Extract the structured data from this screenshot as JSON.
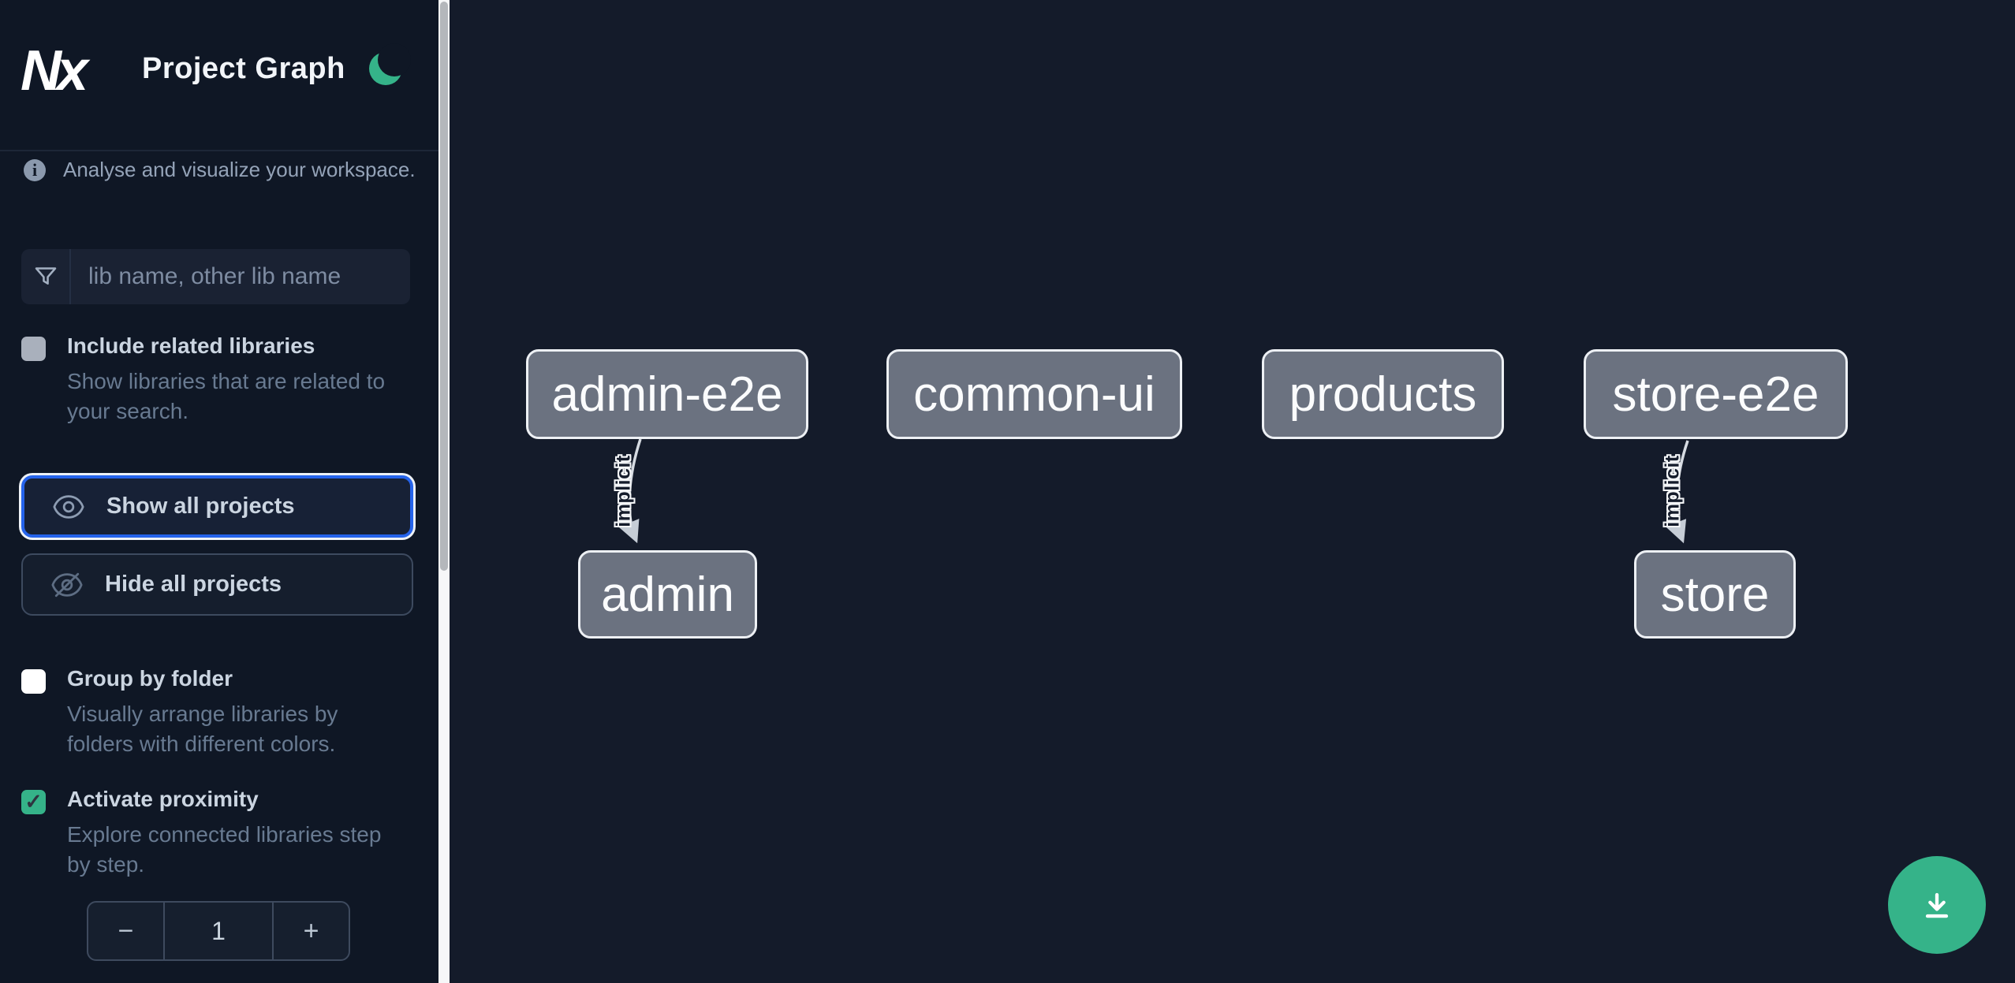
{
  "header": {
    "logo": "Nx",
    "title": "Project Graph"
  },
  "sidebar": {
    "tagline": "Analyse and visualize your workspace.",
    "info_glyph": "i",
    "filter_placeholder": "lib name, other lib name",
    "options": [
      {
        "label": "Include related libraries",
        "description": "Show libraries that are related to your search.",
        "checked": false
      },
      {
        "label": "Group by folder",
        "description": "Visually arrange libraries by folders with different colors.",
        "checked": false
      },
      {
        "label": "Activate proximity",
        "description": "Explore connected libraries step by step.",
        "checked": true
      }
    ],
    "show_all_label": "Show all projects",
    "hide_all_label": "Hide all projects",
    "stepper": {
      "decrement": "−",
      "value": "1",
      "increment": "+"
    }
  },
  "graph": {
    "nodes": [
      {
        "label": "admin-e2e"
      },
      {
        "label": "common-ui"
      },
      {
        "label": "products"
      },
      {
        "label": "store-e2e"
      },
      {
        "label": "admin"
      },
      {
        "label": "store"
      }
    ],
    "edges": [
      {
        "source": "admin-e2e",
        "target": "admin",
        "label": "implicit"
      },
      {
        "source": "store-e2e",
        "target": "store",
        "label": "implicit"
      }
    ]
  },
  "checkmark": "✓",
  "colors": {
    "sidebar_bg": "#0F1725",
    "canvas_bg": "#141B2A",
    "accent_blue": "#2563EB",
    "brand_green": "#35B389",
    "node_fill": "#6B7280",
    "node_border": "#EDF0F4"
  }
}
